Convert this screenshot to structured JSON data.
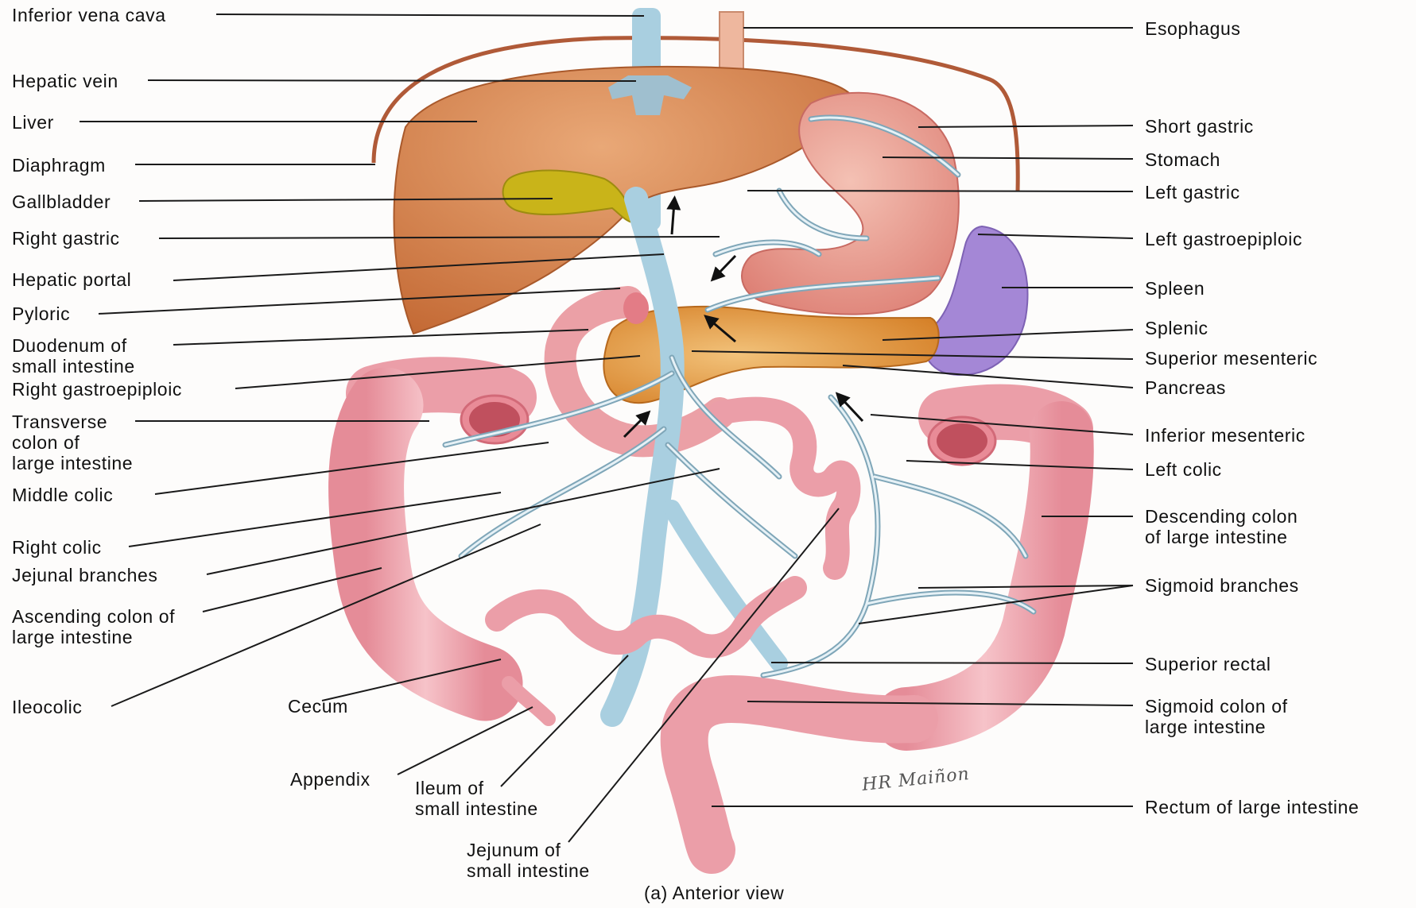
{
  "caption": "(a) Anterior view",
  "signature": "HR Maiñon",
  "labels_left": [
    {
      "id": "inferior-vena-cava",
      "lines": [
        "Inferior vena cava"
      ]
    },
    {
      "id": "hepatic-vein",
      "lines": [
        "Hepatic vein"
      ]
    },
    {
      "id": "liver",
      "lines": [
        "Liver"
      ]
    },
    {
      "id": "diaphragm",
      "lines": [
        "Diaphragm"
      ]
    },
    {
      "id": "gallbladder",
      "lines": [
        "Gallbladder"
      ]
    },
    {
      "id": "right-gastric",
      "lines": [
        "Right gastric"
      ]
    },
    {
      "id": "hepatic-portal",
      "lines": [
        "Hepatic portal"
      ]
    },
    {
      "id": "pyloric",
      "lines": [
        "Pyloric"
      ]
    },
    {
      "id": "duodenum",
      "lines": [
        "Duodenum of",
        "small intestine"
      ]
    },
    {
      "id": "right-gastroepiploic",
      "lines": [
        "Right gastroepiploic"
      ]
    },
    {
      "id": "transverse-colon",
      "lines": [
        "Transverse",
        "colon of",
        "large intestine"
      ]
    },
    {
      "id": "middle-colic",
      "lines": [
        "Middle colic"
      ]
    },
    {
      "id": "right-colic",
      "lines": [
        "Right colic"
      ]
    },
    {
      "id": "jejunal-branches",
      "lines": [
        "Jejunal branches"
      ]
    },
    {
      "id": "ascending-colon",
      "lines": [
        "Ascending colon of",
        "large intestine"
      ]
    },
    {
      "id": "ileocolic",
      "lines": [
        "Ileocolic"
      ]
    }
  ],
  "labels_right": [
    {
      "id": "esophagus",
      "lines": [
        "Esophagus"
      ]
    },
    {
      "id": "short-gastric",
      "lines": [
        "Short gastric"
      ]
    },
    {
      "id": "stomach",
      "lines": [
        "Stomach"
      ]
    },
    {
      "id": "left-gastric",
      "lines": [
        "Left gastric"
      ]
    },
    {
      "id": "left-gastroepiploic",
      "lines": [
        "Left gastroepiploic"
      ]
    },
    {
      "id": "spleen",
      "lines": [
        "Spleen"
      ]
    },
    {
      "id": "splenic",
      "lines": [
        "Splenic"
      ]
    },
    {
      "id": "superior-mesenteric",
      "lines": [
        "Superior mesenteric"
      ]
    },
    {
      "id": "pancreas",
      "lines": [
        "Pancreas"
      ]
    },
    {
      "id": "inferior-mesenteric",
      "lines": [
        "Inferior mesenteric"
      ]
    },
    {
      "id": "left-colic",
      "lines": [
        "Left colic"
      ]
    },
    {
      "id": "descending-colon",
      "lines": [
        "Descending colon",
        "of large intestine"
      ]
    },
    {
      "id": "sigmoid-branches",
      "lines": [
        "Sigmoid branches"
      ]
    },
    {
      "id": "superior-rectal",
      "lines": [
        "Superior rectal"
      ]
    },
    {
      "id": "sigmoid-colon",
      "lines": [
        "Sigmoid colon of",
        "large intestine"
      ]
    },
    {
      "id": "rectum",
      "lines": [
        "Rectum of large intestine"
      ]
    }
  ],
  "labels_bottom": [
    {
      "id": "cecum",
      "lines": [
        "Cecum"
      ]
    },
    {
      "id": "appendix",
      "lines": [
        "Appendix"
      ]
    },
    {
      "id": "ileum",
      "lines": [
        "Ileum of",
        "small intestine"
      ]
    },
    {
      "id": "jejunum",
      "lines": [
        "Jejunum of",
        "small intestine"
      ]
    }
  ],
  "colors": {
    "liver": "#d98a52",
    "gallbladder": "#c9b419",
    "stomach": "#ec9e92",
    "spleen": "#a487d6",
    "pancreas": "#e39a3c",
    "intestine": "#eb9ea8",
    "vein": "#a9cfe0",
    "diaphragm": "#b05a38"
  }
}
